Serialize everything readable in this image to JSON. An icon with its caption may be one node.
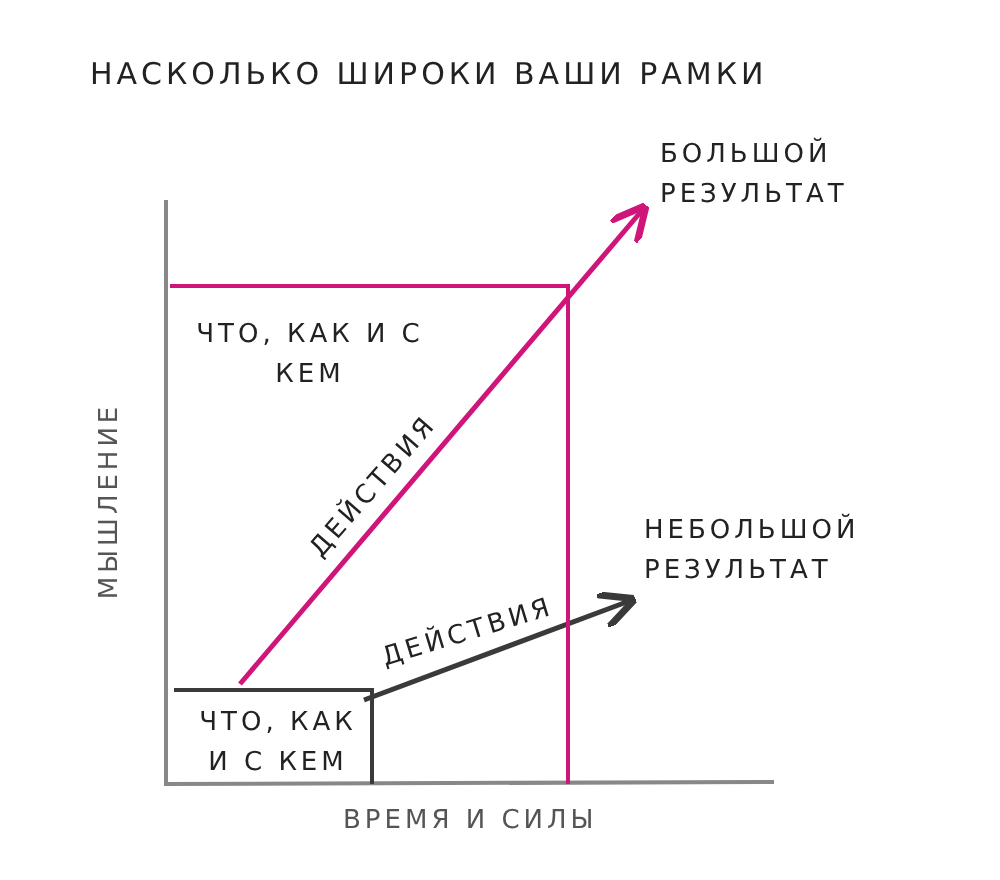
{
  "diagram": {
    "title": "НАСКОЛЬКО ШИРОКИ ВАШИ РАМКИ",
    "nodes": [
      {
        "text": [
          "ЧТО, КАК И С КЕМ"
        ]
      },
      {
        "text": [
          "ЧТО, КАК И С КЕМ"
        ],
        "in": 0
      },
      {
        "text": [
          "БОЛЬШОЙ РЕЗУЛЬТАТ"
        ]
      },
      {
        "text": [
          "НЕБОЛЬШОЙ РЕЗУЛЬТАТ"
        ]
      }
    ],
    "edges": [
      {
        "from": 1,
        "to": 2,
        "arrow": "to",
        "label": "ДЕЙСТВИЯ",
        "color": "#d0157a"
      },
      {
        "from": 1,
        "to": 3,
        "arrow": "to",
        "label": "ДЕЙСТВИЯ",
        "color": "#3a3a3a"
      }
    ],
    "labels": [
      "МЫШЛЕНИЕ",
      "ВРЕМЯ И СИЛЫ"
    ]
  }
}
